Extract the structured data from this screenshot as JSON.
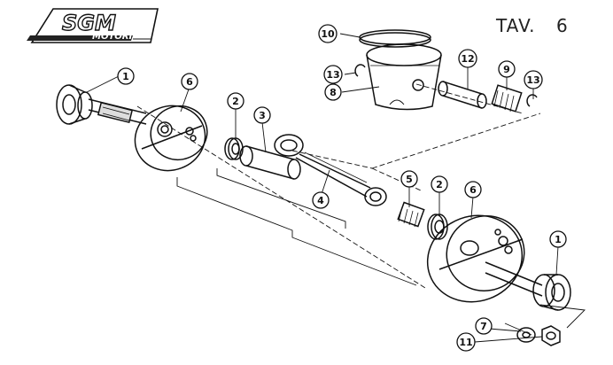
{
  "plate": {
    "prefix": "TAV.",
    "number": "6"
  },
  "logo": {
    "brand": "SGM",
    "sub": "MOTORI"
  },
  "callouts": [
    "1",
    "6",
    "2",
    "3",
    "4",
    "5",
    "2",
    "6",
    "1",
    "7",
    "11",
    "10",
    "12",
    "13",
    "8",
    "9",
    "13"
  ]
}
